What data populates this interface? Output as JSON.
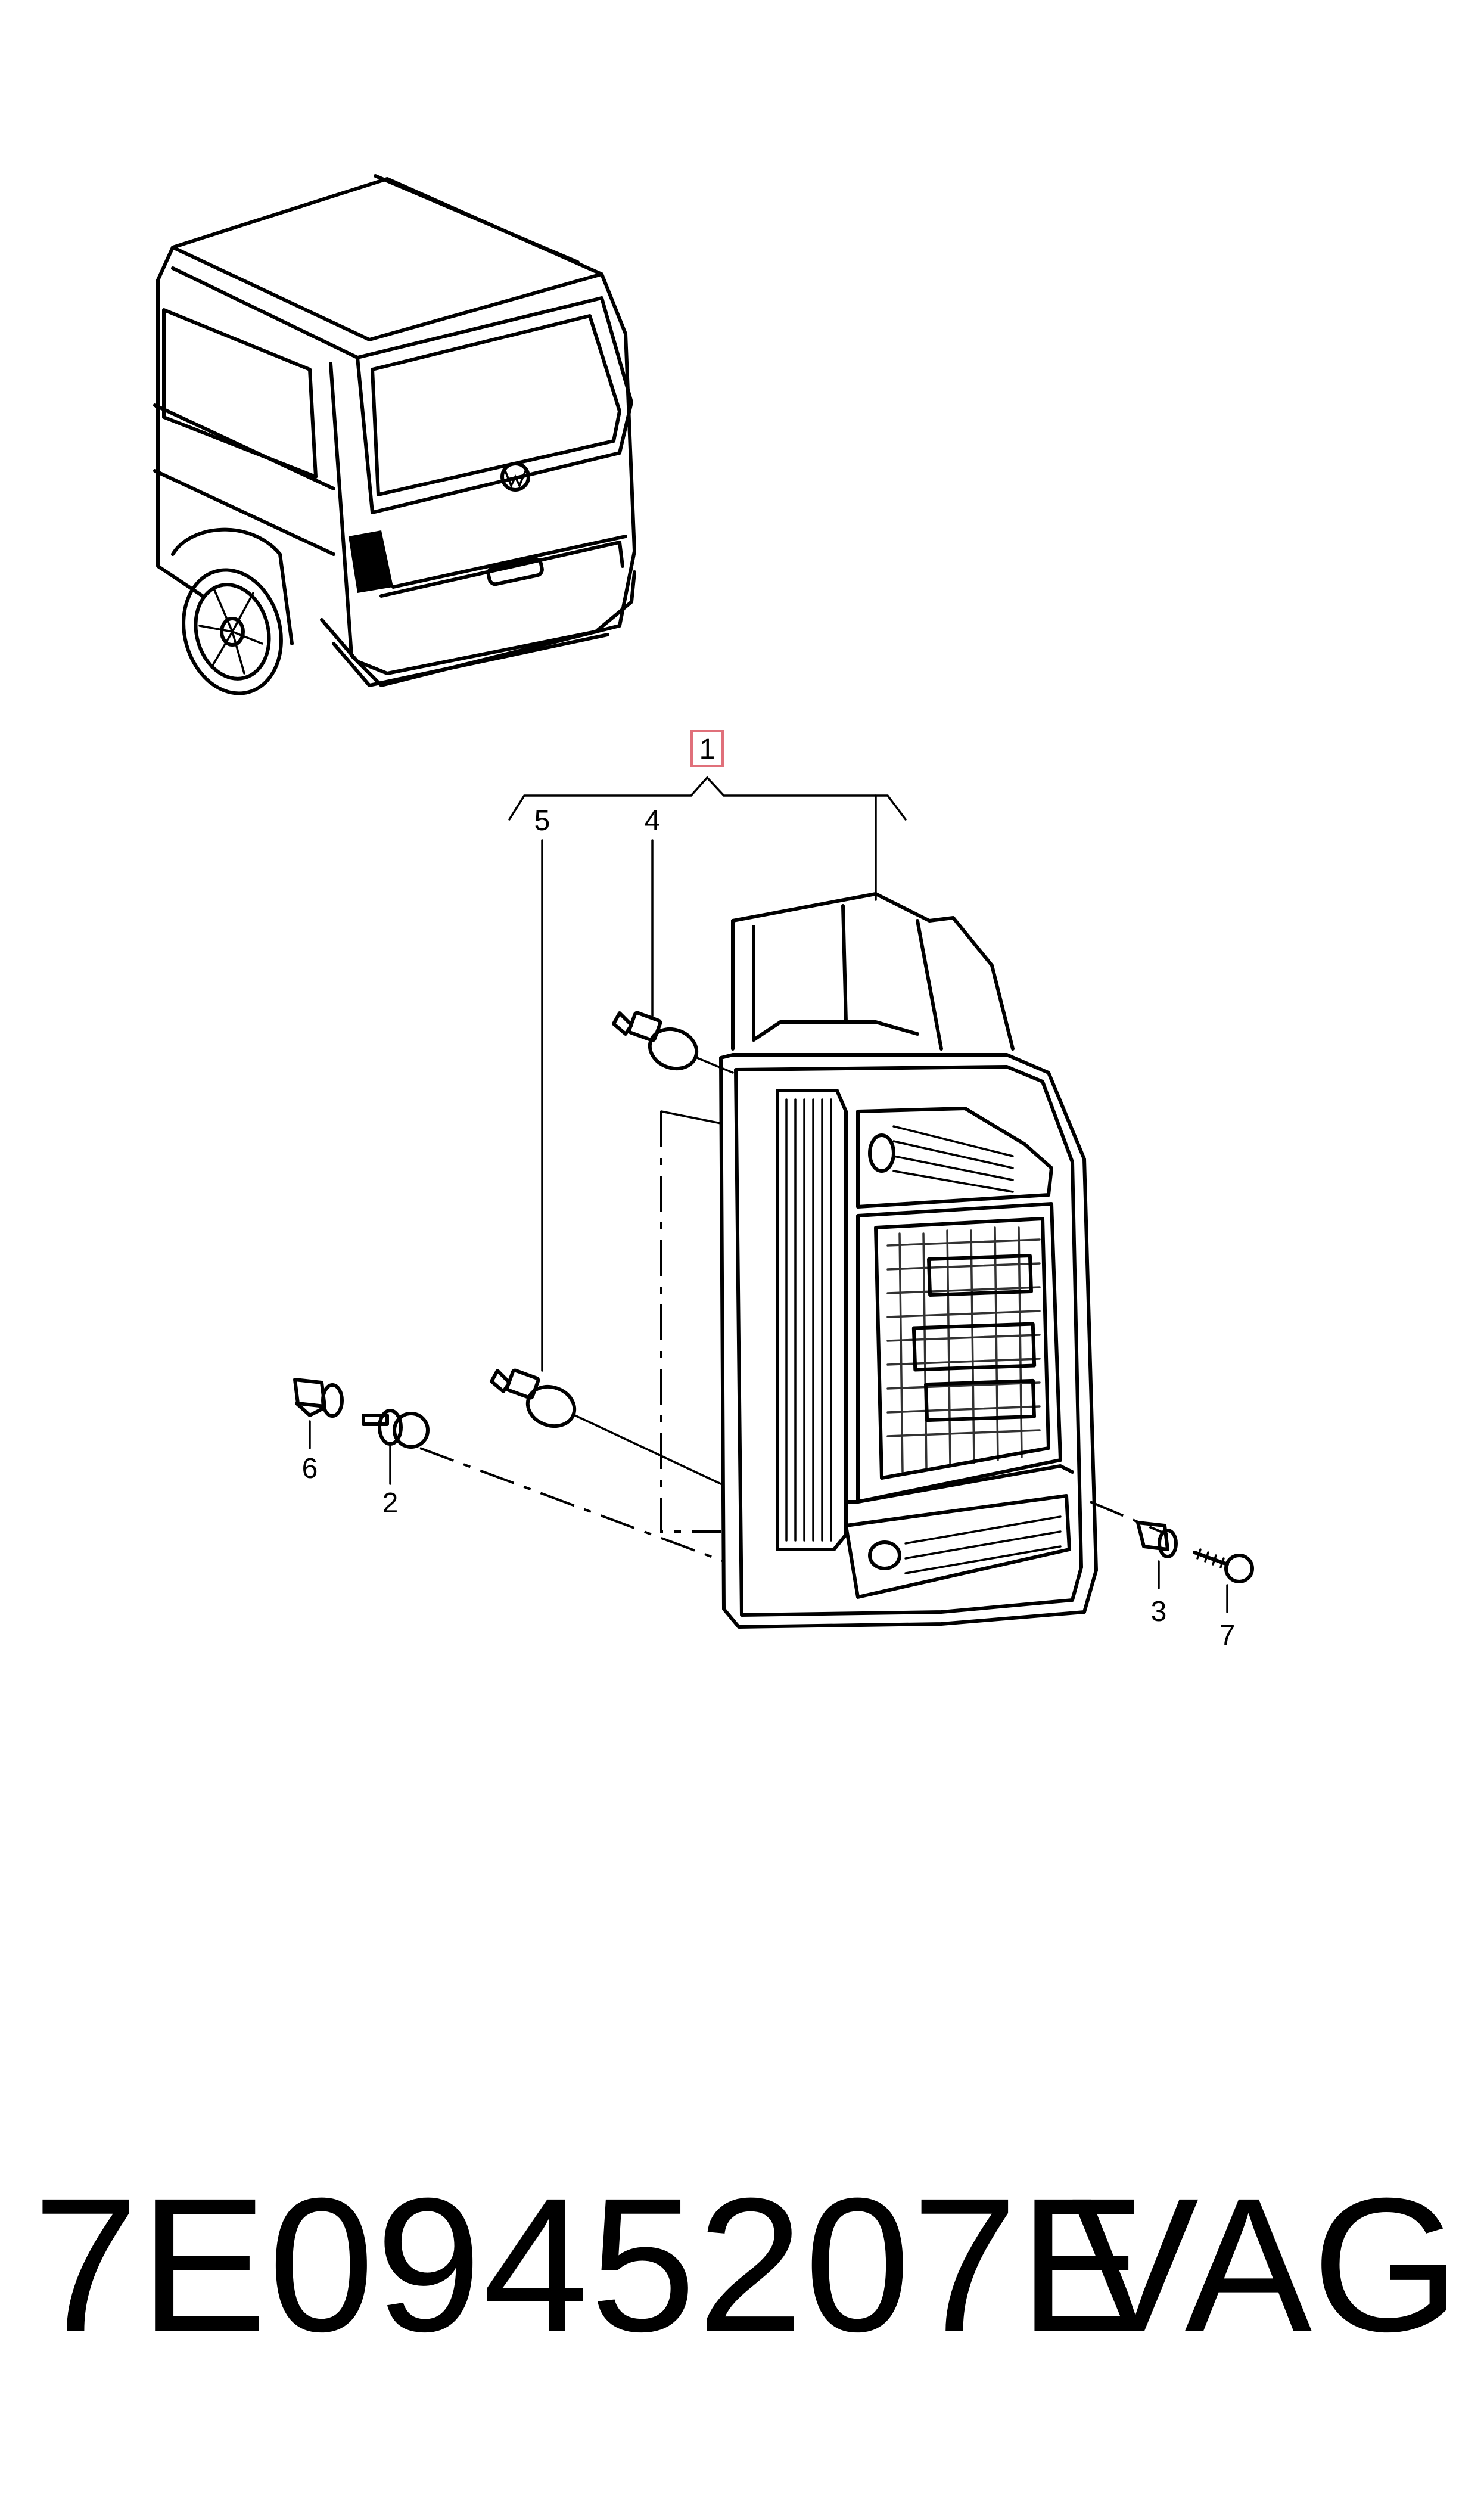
{
  "callouts": {
    "c1": "1",
    "c2": "2",
    "c3": "3",
    "c4": "4",
    "c5": "5",
    "c6": "6",
    "c7": "7"
  },
  "caption": {
    "part_number": "7E0945207E",
    "brand": "VAG"
  },
  "colors": {
    "line": "#000000",
    "background": "#ffffff",
    "callout_1_box": "#e0707a"
  }
}
